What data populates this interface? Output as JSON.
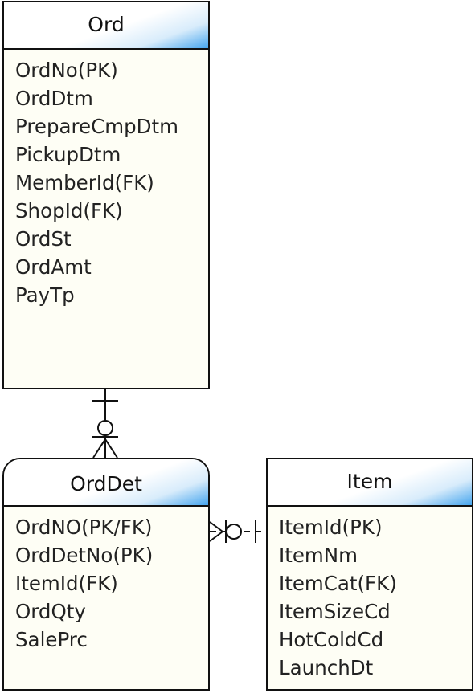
{
  "entities": {
    "ord": {
      "name": "Ord",
      "fields": [
        "OrdNo(PK)",
        "OrdDtm",
        "PrepareCmpDtm",
        "PickupDtm",
        "MemberId(FK)",
        "ShopId(FK)",
        "OrdSt",
        "OrdAmt",
        "PayTp"
      ]
    },
    "orddet": {
      "name": "OrdDet",
      "fields": [
        "OrdNO(PK/FK)",
        "OrdDetNo(PK)",
        "ItemId(FK)",
        "OrdQty",
        "SalePrc"
      ]
    },
    "item": {
      "name": "Item",
      "fields": [
        "ItemId(PK)",
        "ItemNm",
        "ItemCat(FK)",
        "ItemSizeCd",
        "HotColdCd",
        "LaunchDt"
      ]
    }
  },
  "relationships": [
    {
      "from": "Ord",
      "to": "OrdDet",
      "from_cardinality": "one-and-only-one",
      "to_cardinality": "zero-or-many",
      "line_style": "solid"
    },
    {
      "from": "Item",
      "to": "OrdDet",
      "from_cardinality": "one-and-only-one",
      "to_cardinality": "zero-or-many",
      "line_style": "dashed"
    }
  ],
  "colors": {
    "border": "#111111",
    "body_fill": "#fefef5",
    "header_gradient_accent": "#47a6ee"
  }
}
